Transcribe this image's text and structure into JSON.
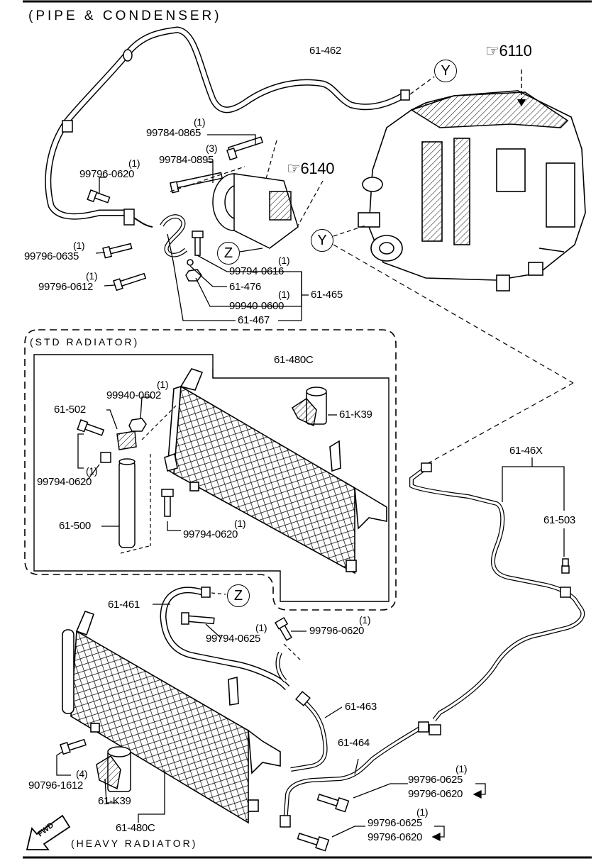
{
  "title": "(PIPE & CONDENSER)",
  "sections": {
    "std_radiator": "(STD RADIATOR)",
    "heavy_radiator": "(HEAVY RADIATOR)"
  },
  "refs": {
    "ref_6110": "6110",
    "ref_6140": "6140"
  },
  "markers": {
    "y": "Y",
    "z": "Z"
  },
  "fwd": "FWD",
  "labels": {
    "p61_462": "61-462",
    "p99784_0865_q": "(1)",
    "p99784_0865": "99784-0865",
    "p99784_0895_q": "(3)",
    "p99784_0895": "99784-0895",
    "p99796_0620_q": "(1)",
    "p99796_0620": "99796-0620",
    "p99796_0635_q": "(1)",
    "p99796_0635": "99796-0635",
    "p99796_0612_q": "(1)",
    "p99796_0612": "99796-0612",
    "p99794_0616_q": "(1)",
    "p99794_0616": "99794-0616",
    "p61_476": "61-476",
    "p99940_0600_q": "(1)",
    "p99940_0600": "99940-0600",
    "p61_465": "61-465",
    "p61_467": "61-467",
    "p61_480c_std": "61-480C",
    "p61_k39_std": "61-K39",
    "p99940_0602_q": "(1)",
    "p99940_0602": "99940-0602",
    "p61_502": "61-502",
    "p99794_0620_a_q": "(1)",
    "p99794_0620_a": "99794-0620",
    "p61_500": "61-500",
    "p99794_0620_b_q": "(1)",
    "p99794_0620_b": "99794-0620",
    "p61_46x": "61-46X",
    "p61_503": "61-503",
    "p61_461": "61-461",
    "p99794_0625_q": "(1)",
    "p99794_0625": "99794-0625",
    "p99796_0620_c_q": "(1)",
    "p99796_0620_c": "99796-0620",
    "p61_463": "61-463",
    "p61_464": "61-464",
    "p99796_0625_a_q": "(1)",
    "p99796_0625_a": "99796-0625",
    "p99796_0620_d": "99796-0620",
    "p99796_0625_b_q": "(1)",
    "p99796_0625_b": "99796-0625",
    "p99796_0620_e": "99796-0620",
    "p90796_1612_q": "(4)",
    "p90796_1612": "90796-1612",
    "p61_k39_heavy": "61-K39",
    "p61_480c_heavy": "61-480C"
  }
}
